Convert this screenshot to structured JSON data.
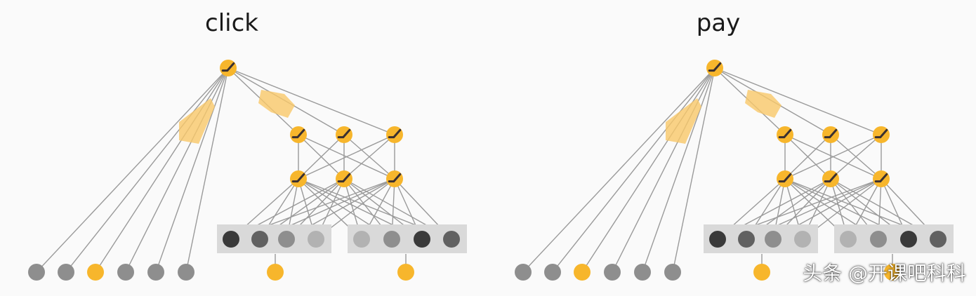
{
  "panels": [
    {
      "id": "click",
      "title": "click"
    },
    {
      "id": "pay",
      "title": "pay"
    }
  ],
  "colors": {
    "active": "#f7b62c",
    "weight_wedge": "#f9c869",
    "group_box": "#d9d9d9",
    "edge": "#9a9a9a",
    "activation_mark": "#3a3030",
    "input_shades": [
      "#3a3a3a",
      "#616161",
      "#8e8e8e",
      "#b2b2b2"
    ],
    "input_shades_b": [
      "#b2b2b2",
      "#8e8e8e",
      "#3a3a3a",
      "#616161"
    ],
    "wide_inactive": "#8e8e8e"
  },
  "watermark": "头条 @开课吧科科"
}
